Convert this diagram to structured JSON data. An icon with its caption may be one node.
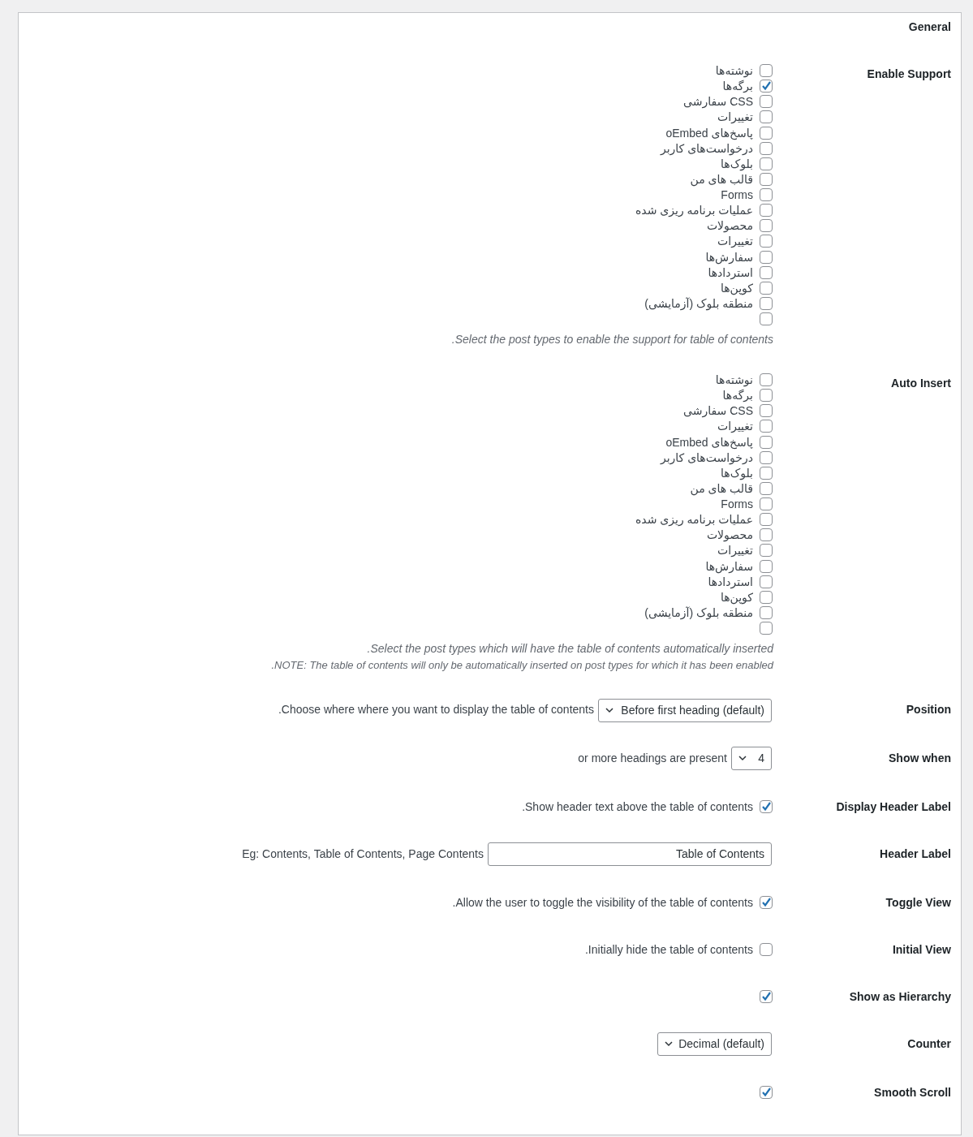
{
  "diagram": {
    "title": "General",
    "nodes": [
      {
        "text": [
          "Before first heading (default)"
        ]
      },
      {
        "text": [
          "4"
        ]
      },
      {
        "text": [
          "Table of Contents"
        ]
      },
      {
        "text": [
          "Decimal (default)"
        ]
      }
    ],
    "labels": [
      "Enable Support",
      "نوشته‌ها",
      "برگه‌ها",
      "CSS سفارشی",
      "تغییرات",
      "پاسخ‌های oEmbed",
      "درخواست‌های کاربر",
      "بلوک‌ها",
      "قالب های من",
      "Forms",
      "عملیات برنامه ریزی شده",
      "محصولات",
      "تغییرات",
      "سفارش‌ها",
      "استردادها",
      "کوپن‌ها",
      "منطقه بلوک (آزمایشی)",
      "Select the post types to enable the support for table of contents.",
      "Auto Insert",
      "نوشته‌ها",
      "برگه‌ها",
      "CSS سفارشی",
      "تغییرات",
      "پاسخ‌های oEmbed",
      "درخواست‌های کاربر",
      "بلوک‌ها",
      "قالب های من",
      "Forms",
      "عملیات برنامه ریزی شده",
      "محصولات",
      "تغییرات",
      "سفارش‌ها",
      "استردادها",
      "کوپن‌ها",
      "منطقه بلوک (آزمایشی)",
      "Select the post types which will have the table of contents automatically inserted.",
      "NOTE: The table of contents will only be automatically inserted on post types for which it has been enabled.",
      "Position",
      "Choose where where you want to display the table of contents.",
      "Show when",
      "or more headings are present",
      "Display Header Label",
      "Show header text above the table of contents.",
      "Header Label",
      "Eg: Contents, Table of Contents, Page Contents",
      "Toggle View",
      "Allow the user to toggle the visibility of the table of contents.",
      "Initial View",
      "Initially hide the table of contents.",
      "Show as Hierarchy",
      "Counter",
      "Smooth Scroll"
    ]
  }
}
